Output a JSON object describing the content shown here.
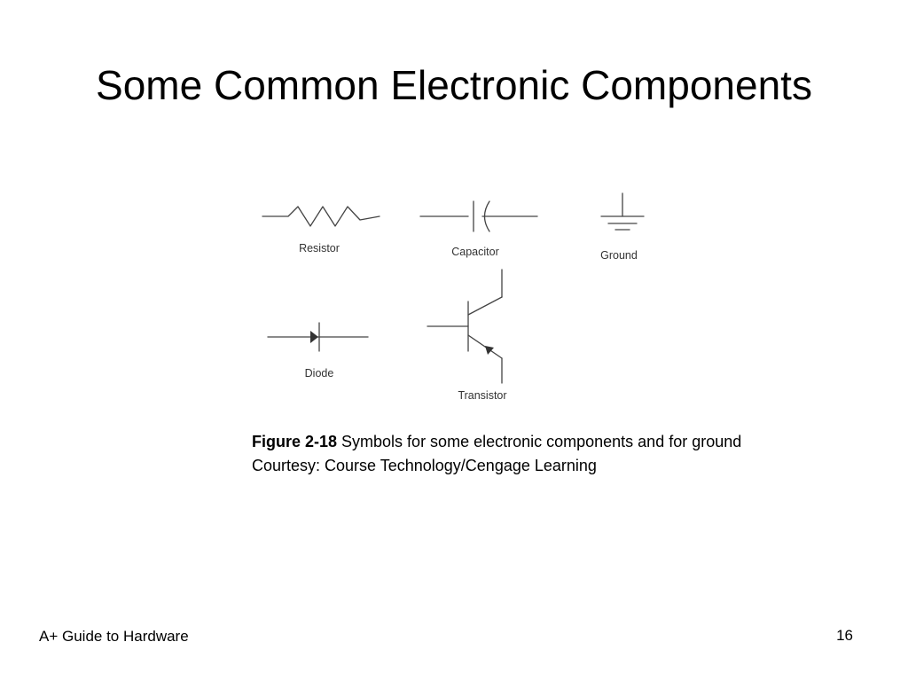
{
  "slide": {
    "title": "Some Common Electronic Components"
  },
  "figure": {
    "symbols": {
      "resistor": "Resistor",
      "capacitor": "Capacitor",
      "ground": "Ground",
      "diode": "Diode",
      "transistor": "Transistor"
    }
  },
  "caption": {
    "figure_number": "Figure 2-18",
    "description": " Symbols for some electronic components and for ground",
    "courtesy": "Courtesy: Course Technology/Cengage Learning"
  },
  "footer": {
    "left": "A+ Guide to Hardware",
    "page_number": "16"
  }
}
